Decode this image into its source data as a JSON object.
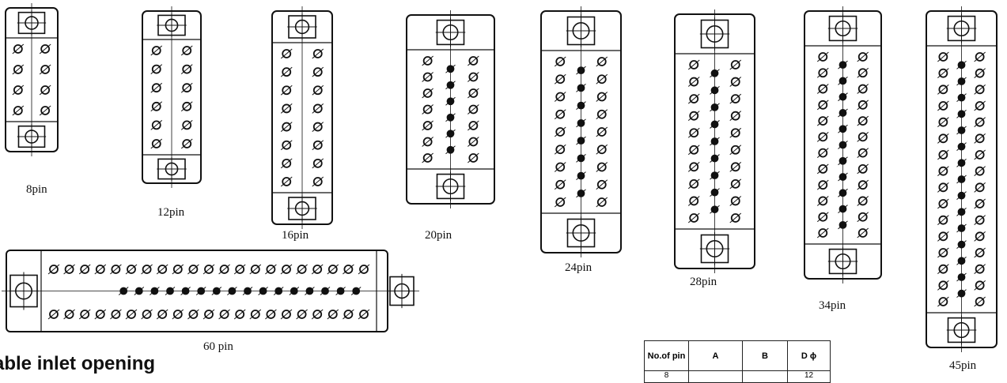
{
  "connectors": [
    {
      "label": "8pin"
    },
    {
      "label": "12pin"
    },
    {
      "label": "16pin"
    },
    {
      "label": "20pin"
    },
    {
      "label": "24pin"
    },
    {
      "label": "28pin"
    },
    {
      "label": "34pin"
    },
    {
      "label": "45pin"
    },
    {
      "label": "60 pin"
    }
  ],
  "heading": "able inlet opening",
  "table": {
    "headers": [
      "No.of pin",
      "A",
      "B",
      "D ϕ"
    ],
    "first_row": [
      "8",
      "",
      "",
      "12"
    ]
  },
  "colors": {
    "ink": "#111111",
    "background": "#ffffff"
  }
}
